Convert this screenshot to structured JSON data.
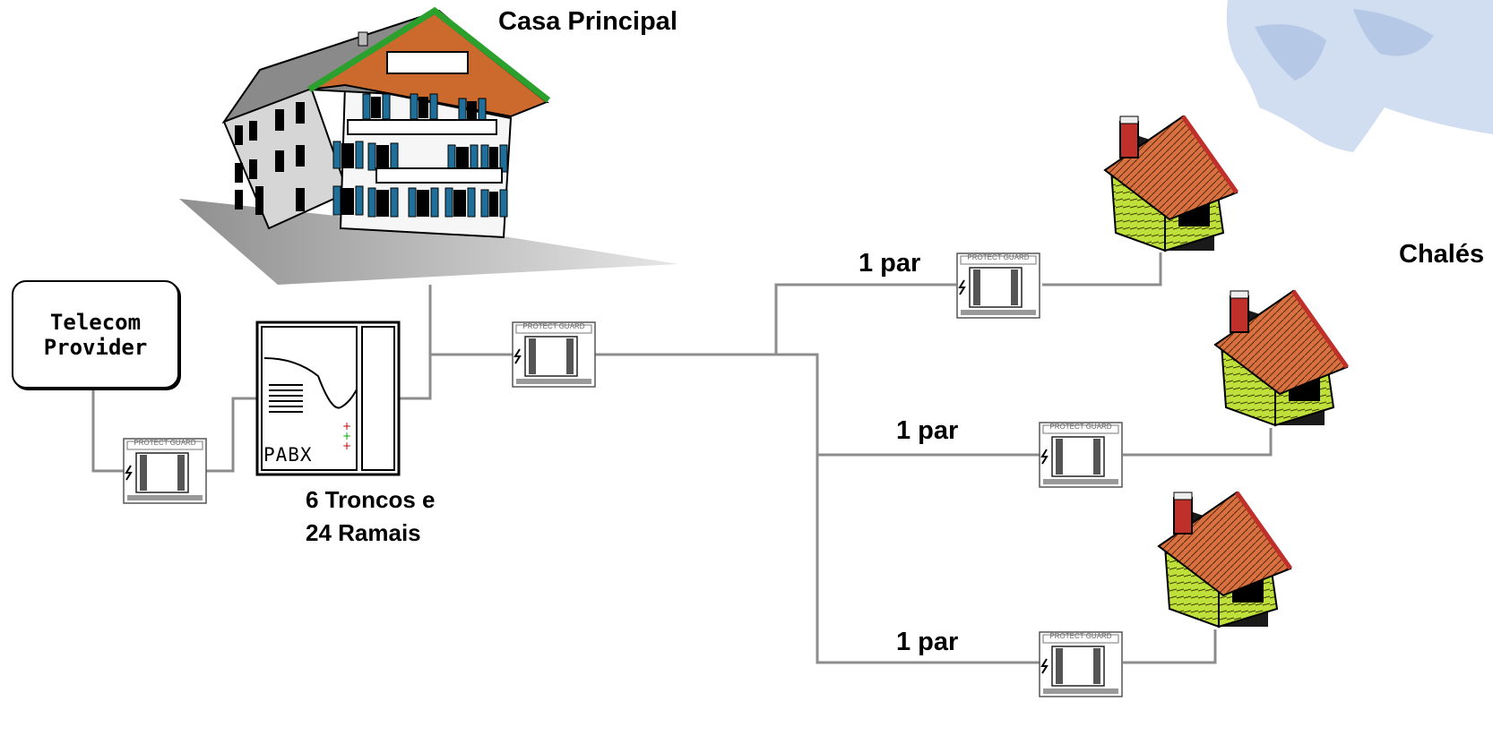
{
  "labels": {
    "main_house": "Casa Principal",
    "chalets": "Chalés",
    "provider_line1": "Telecom",
    "provider_line2": "Provider",
    "pabx": "PABX",
    "pabx_spec_line1": "6 Troncos e",
    "pabx_spec_line2": "24 Ramais",
    "pair_1": "1 par",
    "pair_2": "1 par",
    "pair_3": "1 par"
  },
  "protector": {
    "label": "PROTECT GUARD"
  },
  "colors": {
    "wire": "#8c8c8c",
    "roof_main": "#cc6a2e",
    "roof_edge": "#2ca02c",
    "shutter": "#1f6f9a",
    "chalet_wall": "#bfe03a",
    "chalet_roof": "#d9703f",
    "chalet_roof_edge": "#c0302a",
    "globe": "#c9d8ef"
  }
}
